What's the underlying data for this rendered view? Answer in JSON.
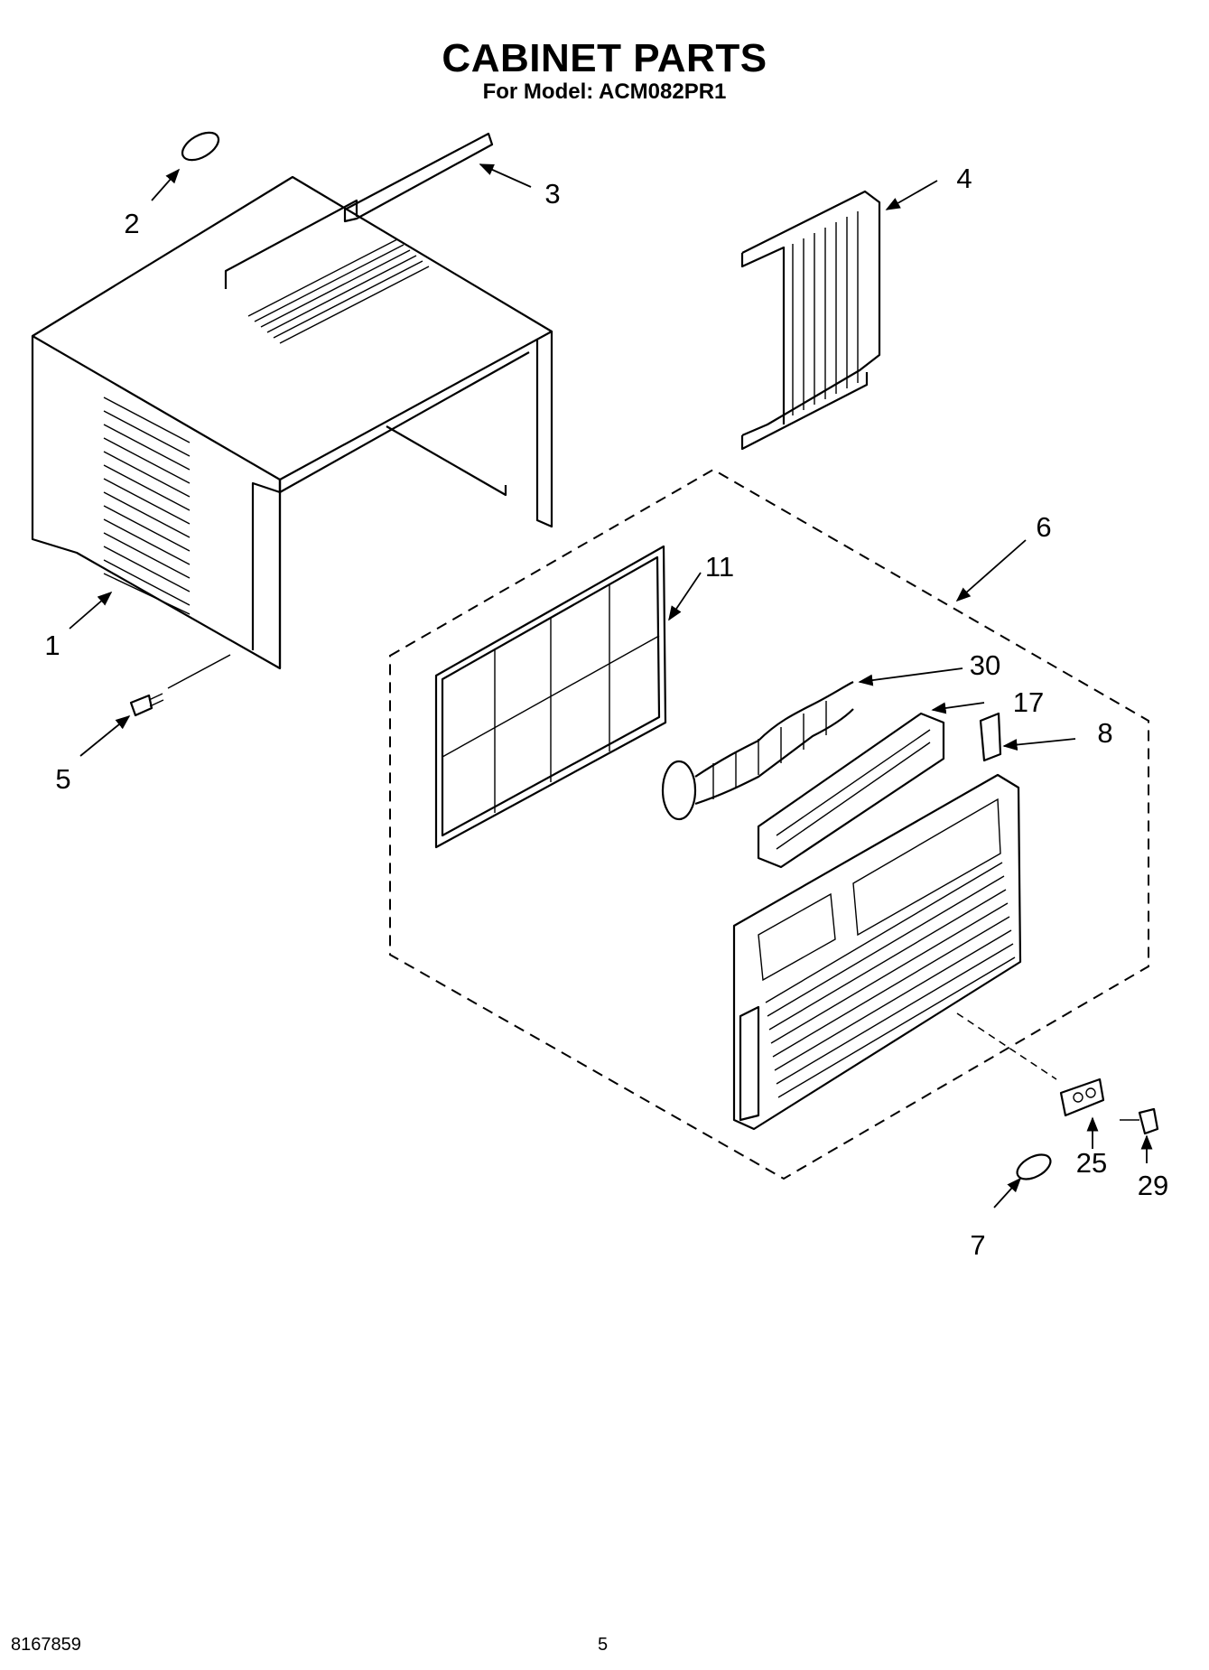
{
  "header": {
    "title": "CABINET PARTS",
    "subtitle": "For Model: ACM082PR1"
  },
  "callouts": [
    {
      "id": "c1",
      "text": "1"
    },
    {
      "id": "c2",
      "text": "2"
    },
    {
      "id": "c3",
      "text": "3"
    },
    {
      "id": "c4",
      "text": "4"
    },
    {
      "id": "c5",
      "text": "5"
    },
    {
      "id": "c6",
      "text": "6"
    },
    {
      "id": "c7",
      "text": "7"
    },
    {
      "id": "c8",
      "text": "8"
    },
    {
      "id": "c11",
      "text": "11"
    },
    {
      "id": "c17",
      "text": "17"
    },
    {
      "id": "c25",
      "text": "25"
    },
    {
      "id": "c29",
      "text": "29"
    },
    {
      "id": "c30",
      "text": "30"
    }
  ],
  "footer": {
    "doc_number": "8167859",
    "page_number": "5"
  }
}
